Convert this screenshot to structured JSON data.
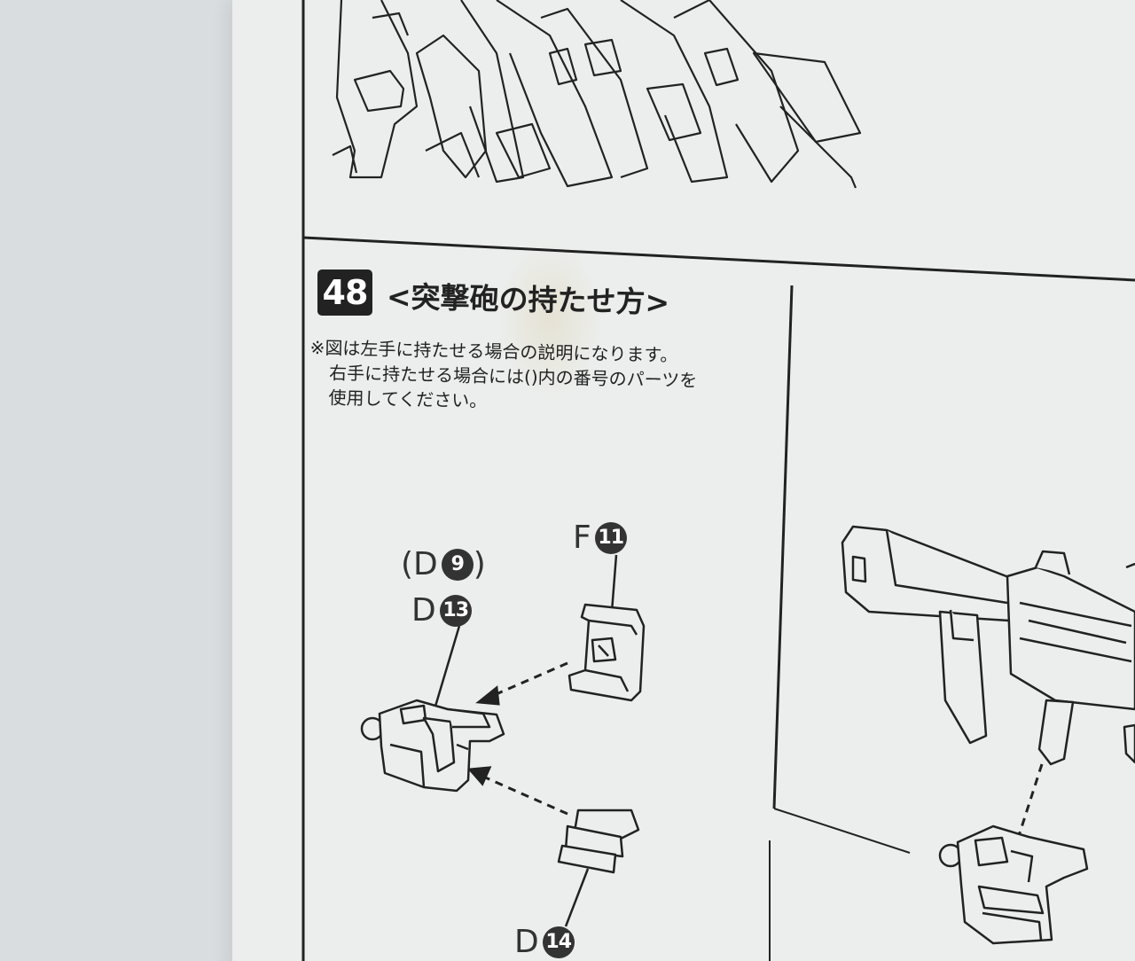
{
  "step": {
    "number": "48",
    "title": "<突撃砲の持たせ方>"
  },
  "note": {
    "line1": "※図は左手に持たせる場合の説明になります。",
    "line2": "右手に持たせる場合には()内の番号のパーツを",
    "line3": "使用してください。"
  },
  "parts": {
    "f11": {
      "letter": "F",
      "number": "11"
    },
    "d9": {
      "open": "(",
      "letter": "D",
      "number": "9",
      "close": ")"
    },
    "d13": {
      "letter": "D",
      "number": "13"
    },
    "d14": {
      "letter": "D",
      "number": "14"
    }
  }
}
